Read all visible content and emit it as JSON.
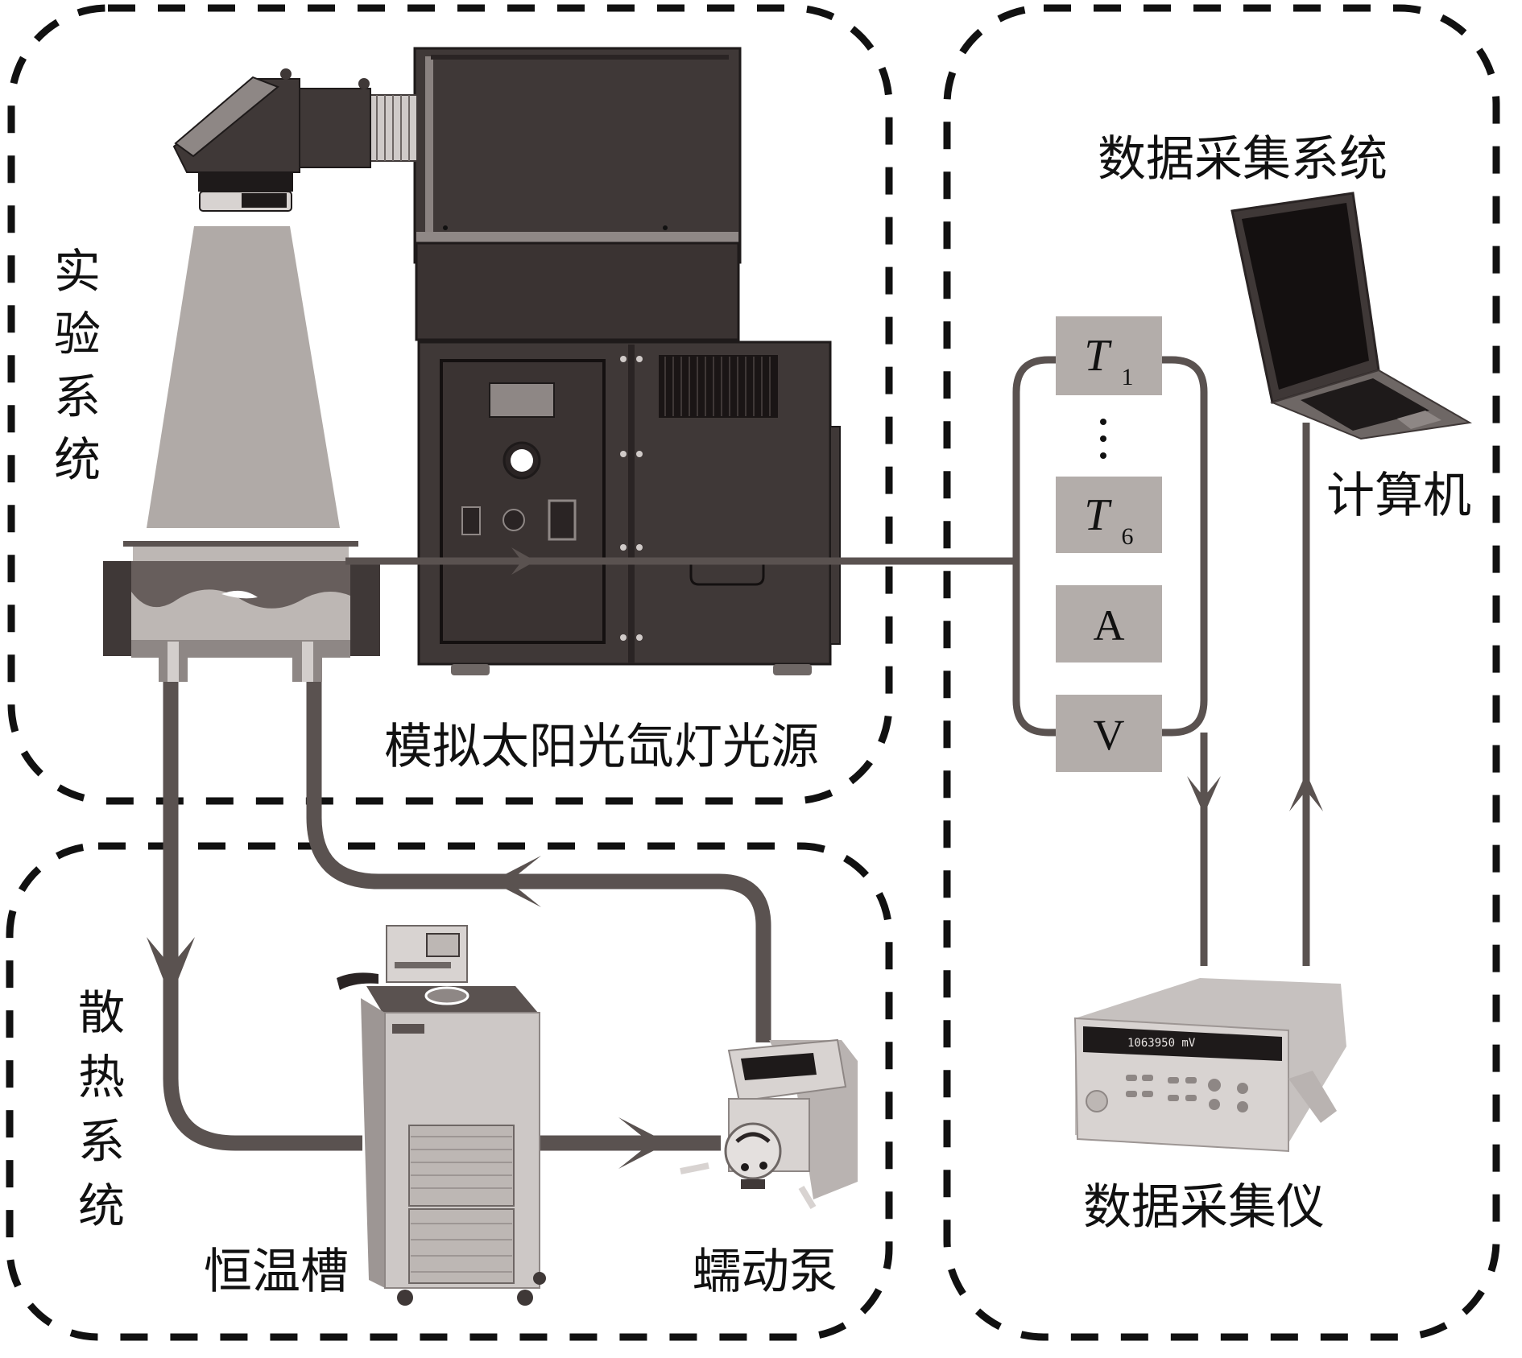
{
  "figure": {
    "type": "experimental-setup-schematic",
    "colors": {
      "pipe": "#5a5250",
      "sensor_box": "#b3adaa",
      "lamp_body": "#3f3837",
      "beam": "#b0aaa7",
      "dashed_border": "#111111",
      "background": "#ffffff"
    }
  },
  "groups": {
    "experiment_system": {
      "label": "实验系统",
      "chars": [
        "实",
        "验",
        "系",
        "统"
      ]
    },
    "cooling_system": {
      "label": "散热系统",
      "chars": [
        "散",
        "热",
        "系",
        "统"
      ]
    },
    "data_acquisition_system": {
      "label": "数据采集系统"
    }
  },
  "components": {
    "xenon_lamp": {
      "label": "模拟太阳光氙灯光源",
      "icon": "xenon-lamp-icon"
    },
    "thermostatic_bath": {
      "label": "恒温槽",
      "icon": "thermostatic-bath-icon"
    },
    "peristaltic_pump": {
      "label": "蠕动泵",
      "icon": "peristaltic-pump-icon"
    },
    "data_logger": {
      "label": "数据采集仪",
      "icon": "data-logger-icon"
    },
    "computer": {
      "label": "计算机",
      "icon": "laptop-icon"
    },
    "test_section": {
      "icon": "absorber-plate-icon"
    }
  },
  "sensors": [
    {
      "symbol": "T",
      "subscript": "1"
    },
    {
      "symbol": "⋮",
      "subscript": ""
    },
    {
      "symbol": "T",
      "subscript": "6"
    },
    {
      "symbol": "A",
      "subscript": ""
    },
    {
      "symbol": "V",
      "subscript": ""
    }
  ]
}
